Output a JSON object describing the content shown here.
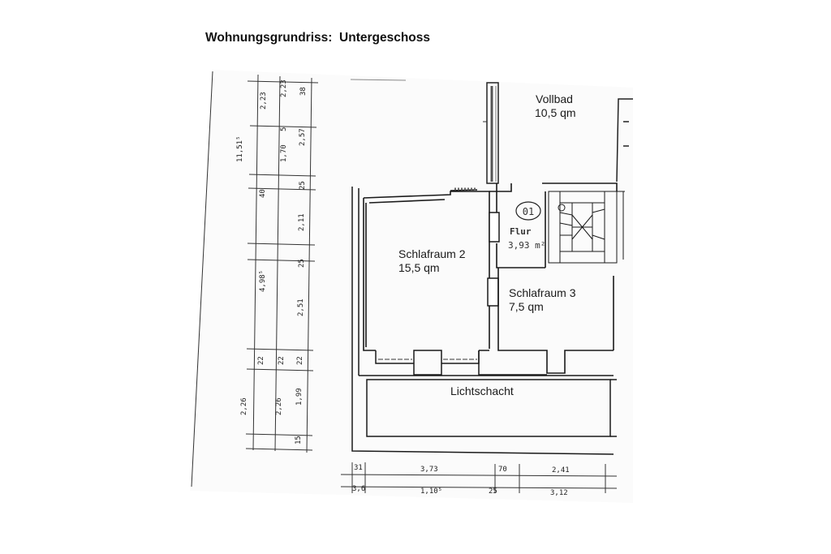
{
  "title": "Wohnungsgrundriss:  Untergeschoss",
  "rooms": {
    "vollbad": {
      "name": "Vollbad",
      "area": "10,5 qm"
    },
    "schlafraum2": {
      "name": "Schlafraum 2",
      "area": "15,5 qm"
    },
    "schlafraum3": {
      "name": "Schlafraum 3",
      "area": "7,5 qm"
    },
    "lichtschacht": {
      "name": "Lichtschacht"
    },
    "flur": {
      "number": "01",
      "name": "Flur",
      "area": "3,93 m²"
    }
  },
  "dimensions": {
    "left_chain_1": [
      "11,51⁵"
    ],
    "left_chain_2": [
      "2,23",
      "40",
      "4,98⁵",
      "22",
      "2,26"
    ],
    "left_chain_3": [
      "2,23",
      "5",
      "1,70",
      "22",
      "2,26"
    ],
    "left_chain_4": [
      "38",
      "2,57",
      "25",
      "2,11",
      "25",
      "2,51",
      "22",
      "1,99",
      "15"
    ],
    "bottom_row_1": [
      "31",
      "3,73",
      "70",
      "2,41"
    ],
    "bottom_row_2": [
      "3,6",
      "1,10⁵",
      "25",
      "3,12"
    ]
  },
  "colors": {
    "line": "#1a1a1a",
    "paper": "#fbfbfb"
  }
}
